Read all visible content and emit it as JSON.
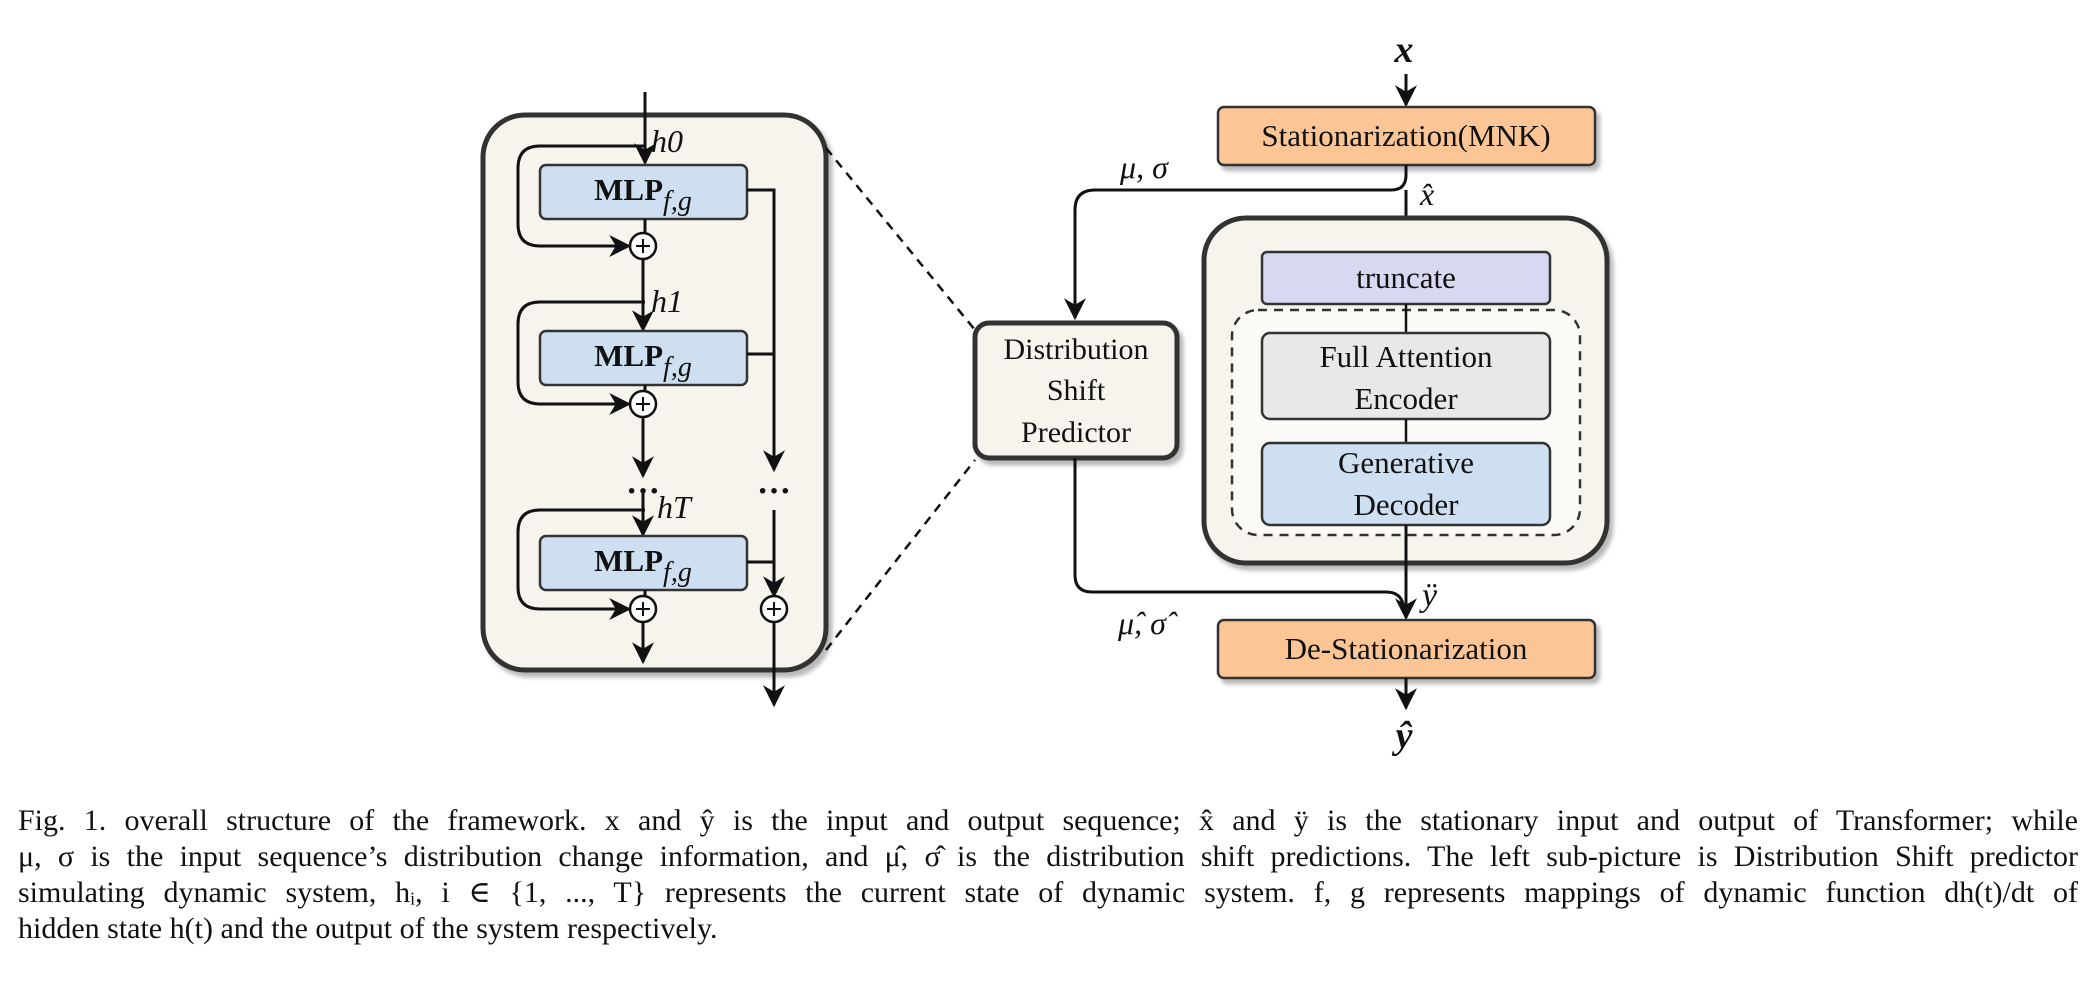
{
  "diagram": {
    "input_label": "x",
    "stationarization_label": "Stationarization(MNK)",
    "stationary_input_label": "x̂",
    "stats_label": "μ, σ",
    "dsp_lines": [
      "Distribution",
      "Shift",
      "Predictor"
    ],
    "truncate_label": "truncate",
    "encoder_lines": [
      "Full Attention",
      "Encoder"
    ],
    "decoder_lines": [
      "Generative",
      "Decoder"
    ],
    "stationary_output_label": "ÿ",
    "pred_stats_label": "μ̂, σ̂",
    "destationarization_label": "De-Stationarization",
    "output_label": "ŷ",
    "mlp_label": "MLP",
    "mlp_subscript": "f,g",
    "h0": "h0",
    "h1": "h1",
    "hT": "hT",
    "ellipsis": "···",
    "plus": "+"
  },
  "caption": {
    "lines": [
      "Fig. 1.  overall structure of the framework. x and ŷ is the input and output sequence; x̂ and ÿ is the stationary input and output of Transformer; while",
      "μ, σ is the input sequence’s distribution change information, and μ̂, σ̂ is the distribution shift predictions. The left sub-picture is Distribution Shift predictor",
      "simulating dynamic system, hᵢ, i ∈ {1, ..., T} represents the current state of dynamic system. f, g represents mappings of dynamic function dh(t)/dt of",
      "hidden state h(t) and the output of the system respectively."
    ]
  },
  "colors": {
    "panel_fill": "#f6f4ec",
    "panel_stroke": "#333333",
    "mlp_fill": "#cfdff2",
    "orange_fill": "#fbc596",
    "truncate_fill": "#d8d8f2",
    "encoder_fill": "#e8e8e8",
    "decoder_fill": "#cfdff2"
  }
}
